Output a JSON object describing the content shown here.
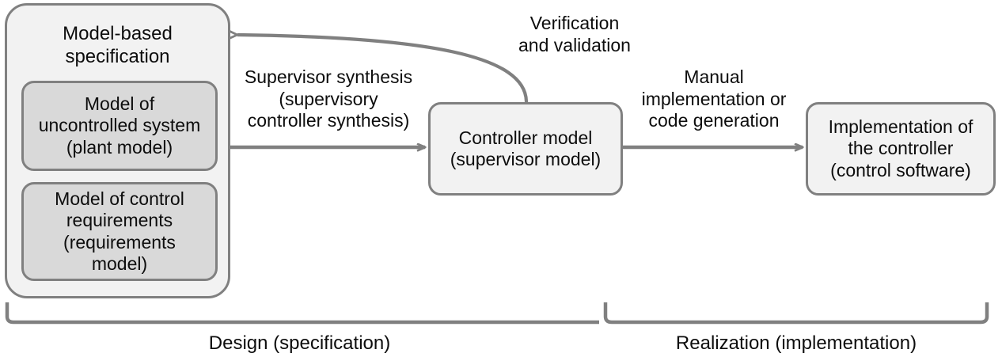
{
  "diagram": {
    "title_text": "Model-based specification",
    "nodes": {
      "container": {
        "label": "Model-based\nspecification",
        "fill": "#f2f2f2",
        "stroke": "#808080"
      },
      "plant_model": {
        "label": "Model of\nuncontrolled system\n(plant model)",
        "fill": "#d9d9d9",
        "stroke": "#808080"
      },
      "requirements_model": {
        "label": "Model of control\nrequirements\n(requirements\nmodel)",
        "fill": "#d9d9d9",
        "stroke": "#808080"
      },
      "controller_model": {
        "label": "Controller model\n(supervisor model)",
        "fill": "#f2f2f2",
        "stroke": "#808080"
      },
      "implementation": {
        "label": "Implementation of\nthe controller\n(control software)",
        "fill": "#f2f2f2",
        "stroke": "#808080"
      }
    },
    "edges": {
      "synthesis": {
        "label": "Supervisor synthesis\n(supervisory\ncontroller synthesis)"
      },
      "verification": {
        "label": "Verification\nand validation"
      },
      "implementation_step": {
        "label": "Manual\nimplementation or\ncode generation"
      }
    },
    "phases": [
      {
        "label": "Design (specification)"
      },
      {
        "label": "Realization (implementation)"
      }
    ],
    "colors": {
      "stroke": "#808080",
      "text": "#0d0d0d",
      "background": "#ffffff",
      "inner_fill": "#d9d9d9",
      "outer_fill": "#f2f2f2"
    }
  }
}
